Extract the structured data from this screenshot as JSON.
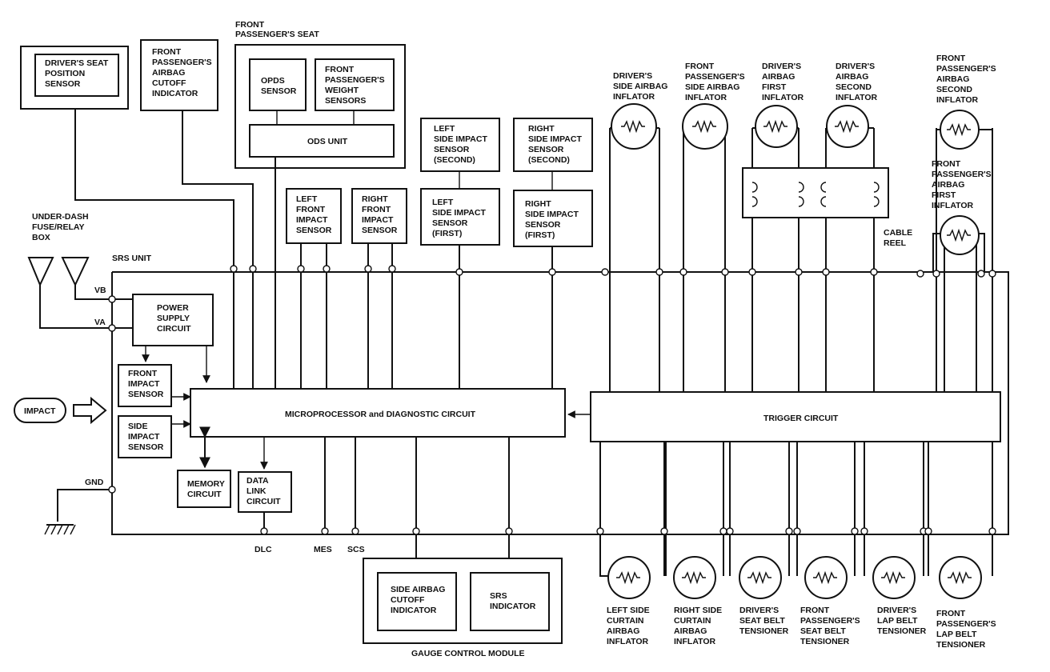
{
  "diagram": {
    "top_title": "",
    "srs_unit": "SRS UNIT",
    "fuse_box": [
      "UNDER-DASH",
      "FUSE/RELAY",
      "BOX"
    ],
    "vb": "VB",
    "va": "VA",
    "gnd": "GND",
    "impact": "IMPACT",
    "drivers_seat_position_sensor": [
      "DRIVER'S SEAT",
      "POSITION",
      "SENSOR"
    ],
    "fp_airbag_cutoff_indicator": [
      "FRONT",
      "PASSENGER'S",
      "AIRBAG",
      "CUTOFF",
      "INDICATOR"
    ],
    "front_passengers_seat": [
      "FRONT",
      "PASSENGER'S SEAT"
    ],
    "opds_sensor": [
      "OPDS",
      "SENSOR"
    ],
    "fp_weight_sensors": [
      "FRONT",
      "PASSENGER'S",
      "WEIGHT",
      "SENSORS"
    ],
    "ods_unit": "ODS UNIT",
    "left_side_impact_second": [
      "LEFT",
      "SIDE IMPACT",
      "SENSOR",
      "(SECOND)"
    ],
    "right_side_impact_second": [
      "RIGHT",
      "SIDE IMPACT",
      "SENSOR",
      "(SECOND)"
    ],
    "left_front_impact": [
      "LEFT",
      "FRONT",
      "IMPACT",
      "SENSOR"
    ],
    "right_front_impact": [
      "RIGHT",
      "FRONT",
      "IMPACT",
      "SENSOR"
    ],
    "left_side_impact_first": [
      "LEFT",
      "SIDE IMPACT",
      "SENSOR",
      "(FIRST)"
    ],
    "right_side_impact_first": [
      "RIGHT",
      "SIDE IMPACT",
      "SENSOR",
      "(FIRST)"
    ],
    "power_supply": [
      "POWER",
      "SUPPLY",
      "CIRCUIT"
    ],
    "front_impact_sensor": [
      "FRONT",
      "IMPACT",
      "SENSOR"
    ],
    "side_impact_sensor": [
      "SIDE",
      "IMPACT",
      "SENSOR"
    ],
    "microprocessor": "MICROPROCESSOR and DIAGNOSTIC CIRCUIT",
    "memory_circuit": [
      "MEMORY",
      "CIRCUIT"
    ],
    "data_link_circuit": [
      "DATA",
      "LINK",
      "CIRCUIT"
    ],
    "dlc": "DLC",
    "mes": "MES",
    "scs": "SCS",
    "gauge_control_module": "GAUGE CONTROL MODULE",
    "side_airbag_cutoff_indicator": [
      "SIDE AIRBAG",
      "CUTOFF",
      "INDICATOR"
    ],
    "srs_indicator": [
      "SRS",
      "INDICATOR"
    ],
    "trigger_circuit": "TRIGGER CIRCUIT",
    "cable_reel": [
      "CABLE",
      "REEL"
    ],
    "drivers_side_airbag_inflator": [
      "DRIVER'S",
      "SIDE AIRBAG",
      "INFLATOR"
    ],
    "fp_side_airbag_inflator": [
      "FRONT",
      "PASSENGER'S",
      "SIDE AIRBAG",
      "INFLATOR"
    ],
    "drivers_airbag_first_inflator": [
      "DRIVER'S",
      "AIRBAG",
      "FIRST",
      "INFLATOR"
    ],
    "drivers_airbag_second_inflator": [
      "DRIVER'S",
      "AIRBAG",
      "SECOND",
      "INFLATOR"
    ],
    "fp_airbag_second_inflator": [
      "FRONT",
      "PASSENGER'S",
      "AIRBAG",
      "SECOND",
      "INFLATOR"
    ],
    "fp_airbag_first_inflator": [
      "FRONT",
      "PASSENGER'S",
      "AIRBAG",
      "FIRST",
      "INFLATOR"
    ],
    "left_side_curtain_inflator": [
      "LEFT SIDE",
      "CURTAIN",
      "AIRBAG",
      "INFLATOR"
    ],
    "right_side_curtain_inflator": [
      "RIGHT SIDE",
      "CURTAIN",
      "AIRBAG",
      "INFLATOR"
    ],
    "drivers_seat_belt_tensioner": [
      "DRIVER'S",
      "SEAT BELT",
      "TENSIONER"
    ],
    "fp_seat_belt_tensioner": [
      "FRONT",
      "PASSENGER'S",
      "SEAT BELT",
      "TENSIONER"
    ],
    "drivers_lap_belt_tensioner": [
      "DRIVER'S",
      "LAP BELT",
      "TENSIONER"
    ],
    "fp_lap_belt_tensioner": [
      "FRONT",
      "PASSENGER'S",
      "LAP BELT",
      "TENSIONER"
    ]
  }
}
